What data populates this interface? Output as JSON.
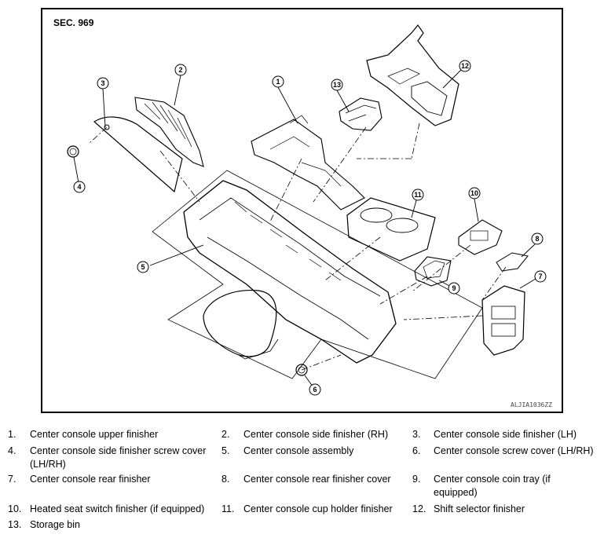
{
  "diagram": {
    "section": "SEC. 969",
    "image_code": "ALJIA1036ZZ",
    "callouts": [
      "1",
      "2",
      "3",
      "4",
      "5",
      "6",
      "7",
      "8",
      "9",
      "10",
      "11",
      "12",
      "13"
    ]
  },
  "legend": [
    {
      "num": "1.",
      "label": "Center console upper finisher"
    },
    {
      "num": "2.",
      "label": "Center console side finisher (RH)"
    },
    {
      "num": "3.",
      "label": "Center console side finisher (LH)"
    },
    {
      "num": "4.",
      "label": "Center console side finisher screw cover (LH/RH)"
    },
    {
      "num": "5.",
      "label": "Center console assembly"
    },
    {
      "num": "6.",
      "label": "Center console screw cover (LH/RH)"
    },
    {
      "num": "7.",
      "label": "Center console rear finisher"
    },
    {
      "num": "8.",
      "label": "Center console rear finisher cover"
    },
    {
      "num": "9.",
      "label": "Center console coin tray (if equipped)"
    },
    {
      "num": "10.",
      "label": "Heated seat switch finisher (if equipped)"
    },
    {
      "num": "11.",
      "label": "Center console cup holder finisher"
    },
    {
      "num": "12.",
      "label": "Shift selector finisher"
    },
    {
      "num": "13.",
      "label": "Storage bin"
    }
  ]
}
